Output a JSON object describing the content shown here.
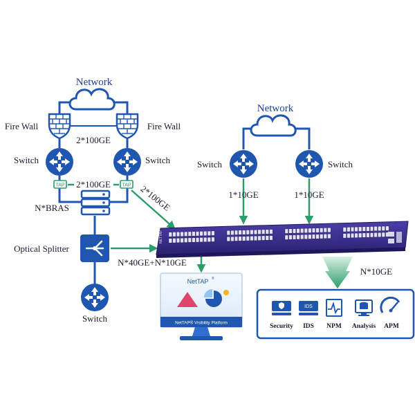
{
  "left": {
    "network": "Network",
    "firewall_left": "Fire Wall",
    "firewall_right": "Fire Wall",
    "link_top": "2*100GE",
    "switch_left": "Switch",
    "switch_right": "Switch",
    "tap_left": "TAP",
    "tap_right": "TAP",
    "link_tap": "2*100GE",
    "bras": "N*BRAS",
    "splitter": "Optical Splitter",
    "switch_bottom": "Switch"
  },
  "right": {
    "network": "Network",
    "switch_left": "Switch",
    "switch_right": "Switch",
    "link_left": "1*10GE",
    "link_right": "1*10GE"
  },
  "links": {
    "diagonal": "2*100GE",
    "splitter_out": "N*40GE+N*10GE",
    "tools": "N*10GE"
  },
  "platform": {
    "brand": "NetTAP",
    "sup": "®",
    "caption": "NetTAP® Visibility Platform"
  },
  "device": {
    "brand": "NETTAP"
  },
  "tools": {
    "items": [
      {
        "label": "Security",
        "icon": "security-icon"
      },
      {
        "label": "IDS",
        "icon": "ids-icon",
        "badge": "IDS"
      },
      {
        "label": "NPM",
        "icon": "npm-icon"
      },
      {
        "label": "Analysis",
        "icon": "analysis-icon"
      },
      {
        "label": "APM",
        "icon": "apm-icon"
      }
    ]
  },
  "colors": {
    "network_blue": "#1f56b0",
    "link_green": "#2a9d6a",
    "device_purple": "#3a2f8f",
    "text_dark": "#1a1a2e"
  }
}
